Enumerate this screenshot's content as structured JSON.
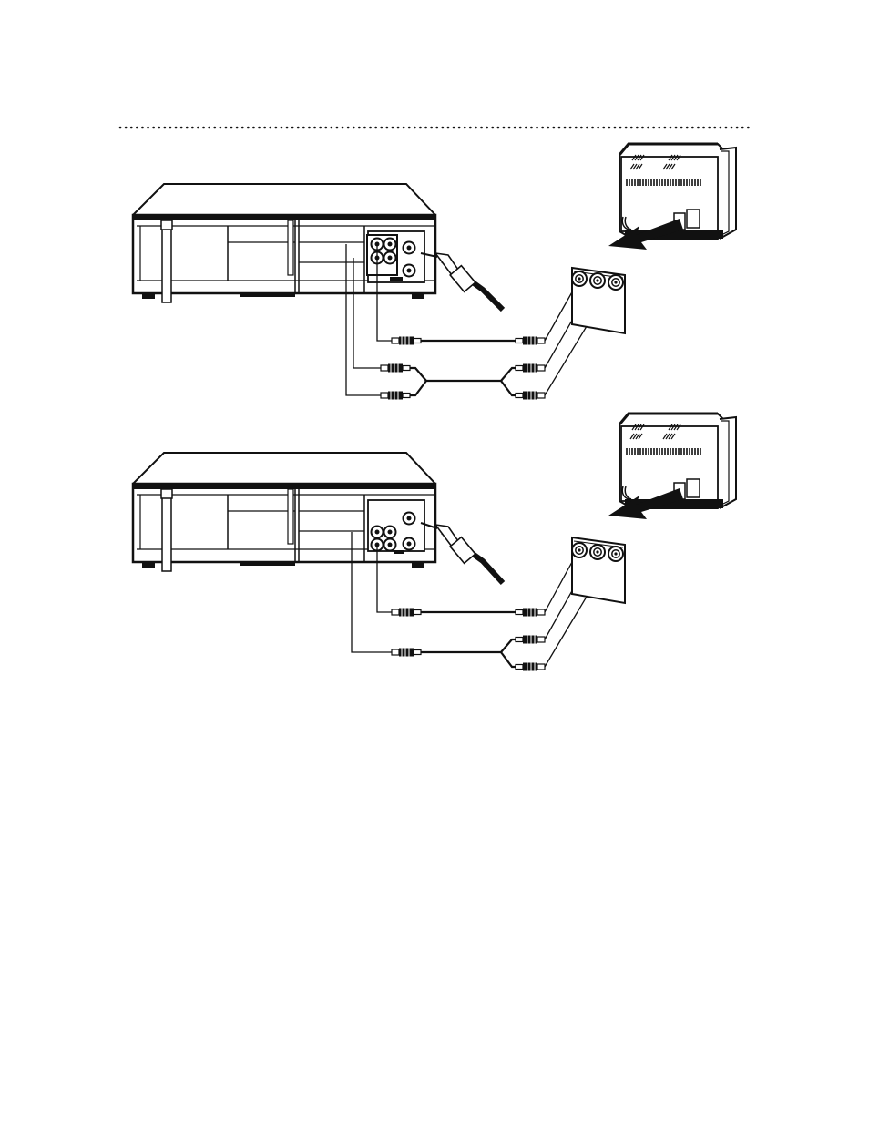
{
  "page": {
    "background": "#ffffff",
    "ink": "#1a1a1a"
  },
  "diagrams": [
    {
      "name": "stereo-audio-connection",
      "audio_plugs_at_vcr": 2,
      "tv_input_jacks": 3
    },
    {
      "name": "mono-audio-connection",
      "audio_plugs_at_vcr": 1,
      "tv_input_jacks": 3
    }
  ]
}
